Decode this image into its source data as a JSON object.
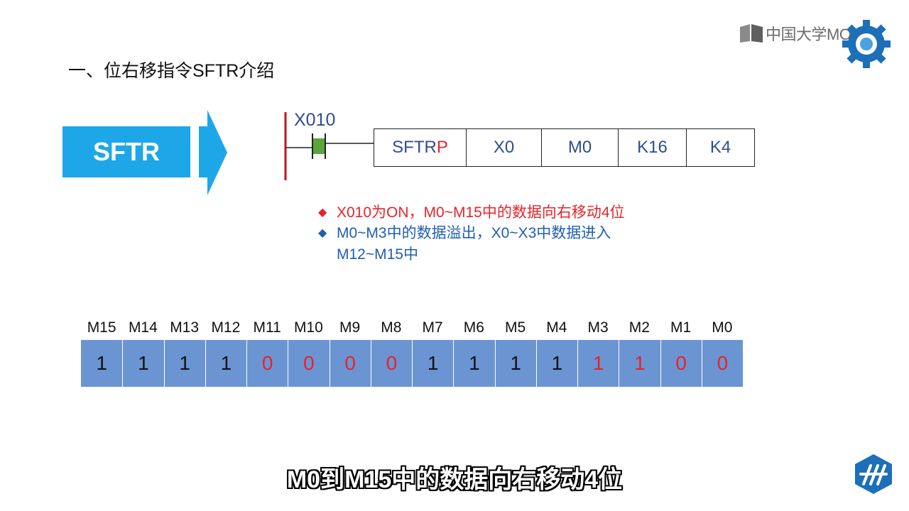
{
  "branding": {
    "mooc_text": "中国大学MOOC",
    "gear_icon": "gear-icon",
    "corner_icon": "university-logo-icon"
  },
  "slide": {
    "title": "一、位右移指令SFTR介绍",
    "arrow_label": "SFTR",
    "contact_label": "X010",
    "instruction": {
      "mnemonic_main": "SFTR",
      "mnemonic_suffix": "P",
      "operands": [
        "X0",
        "M0",
        "K16",
        "K4"
      ]
    },
    "notes": [
      {
        "text": "X010为ON，M0~M15中的数据向右移动4位",
        "color": "#e8232a"
      },
      {
        "text": "M0~M3中的数据溢出，X0~X3中数据进入",
        "text2": "M12~M15中",
        "color": "#1f5fb0"
      }
    ],
    "register": {
      "labels": [
        "M15",
        "M14",
        "M13",
        "M12",
        "M11",
        "M10",
        "M9",
        "M8",
        "M7",
        "M6",
        "M5",
        "M4",
        "M3",
        "M2",
        "M1",
        "M0"
      ],
      "values": [
        "1",
        "1",
        "1",
        "1",
        "0",
        "0",
        "0",
        "0",
        "1",
        "1",
        "1",
        "1",
        "1",
        "1",
        "0",
        "0"
      ],
      "red_cells": [
        4,
        5,
        6,
        7,
        12,
        13,
        14,
        15
      ]
    }
  },
  "subtitle": "M0到M15中的数据向右移动4位",
  "colors": {
    "accent_blue": "#1ea7e8",
    "register_blue": "#6b95d2",
    "rail_red": "#c0141c",
    "contact_green": "#5aa63a"
  }
}
